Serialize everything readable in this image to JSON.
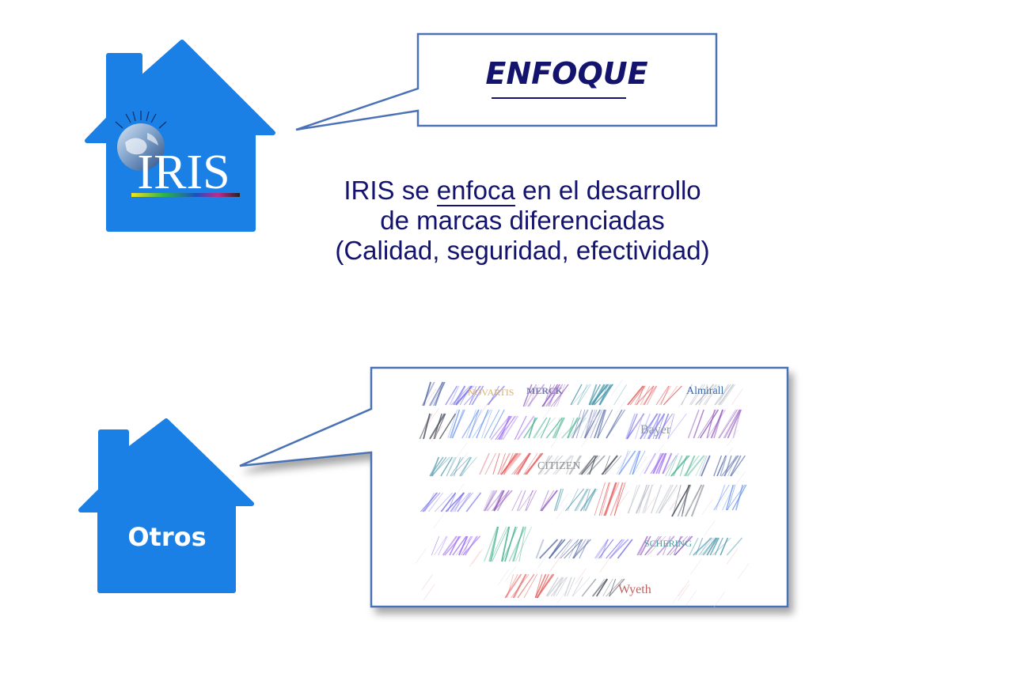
{
  "colors": {
    "house": "#1a80e6",
    "title": "#14146e",
    "callout_stroke": "#4a72b5"
  },
  "iris_house": {
    "logo_text": "IRIS",
    "icon": "globe-icon"
  },
  "otros_house": {
    "label": "Otros"
  },
  "callout_title": {
    "text": "ENFOQUE"
  },
  "description": {
    "line1_pre": "IRIS se ",
    "line1_underlined": "enfoca",
    "line1_post": " en el desarrollo",
    "line2": "de marcas diferenciadas",
    "line3": "(Calidad, seguridad, efectividad)"
  },
  "brands_panel": {
    "brands": [
      "NOVARTIS",
      "MERCK",
      "Almirall",
      "Bayer",
      "CITIZEN",
      "SCHERING",
      "Wyeth"
    ]
  }
}
